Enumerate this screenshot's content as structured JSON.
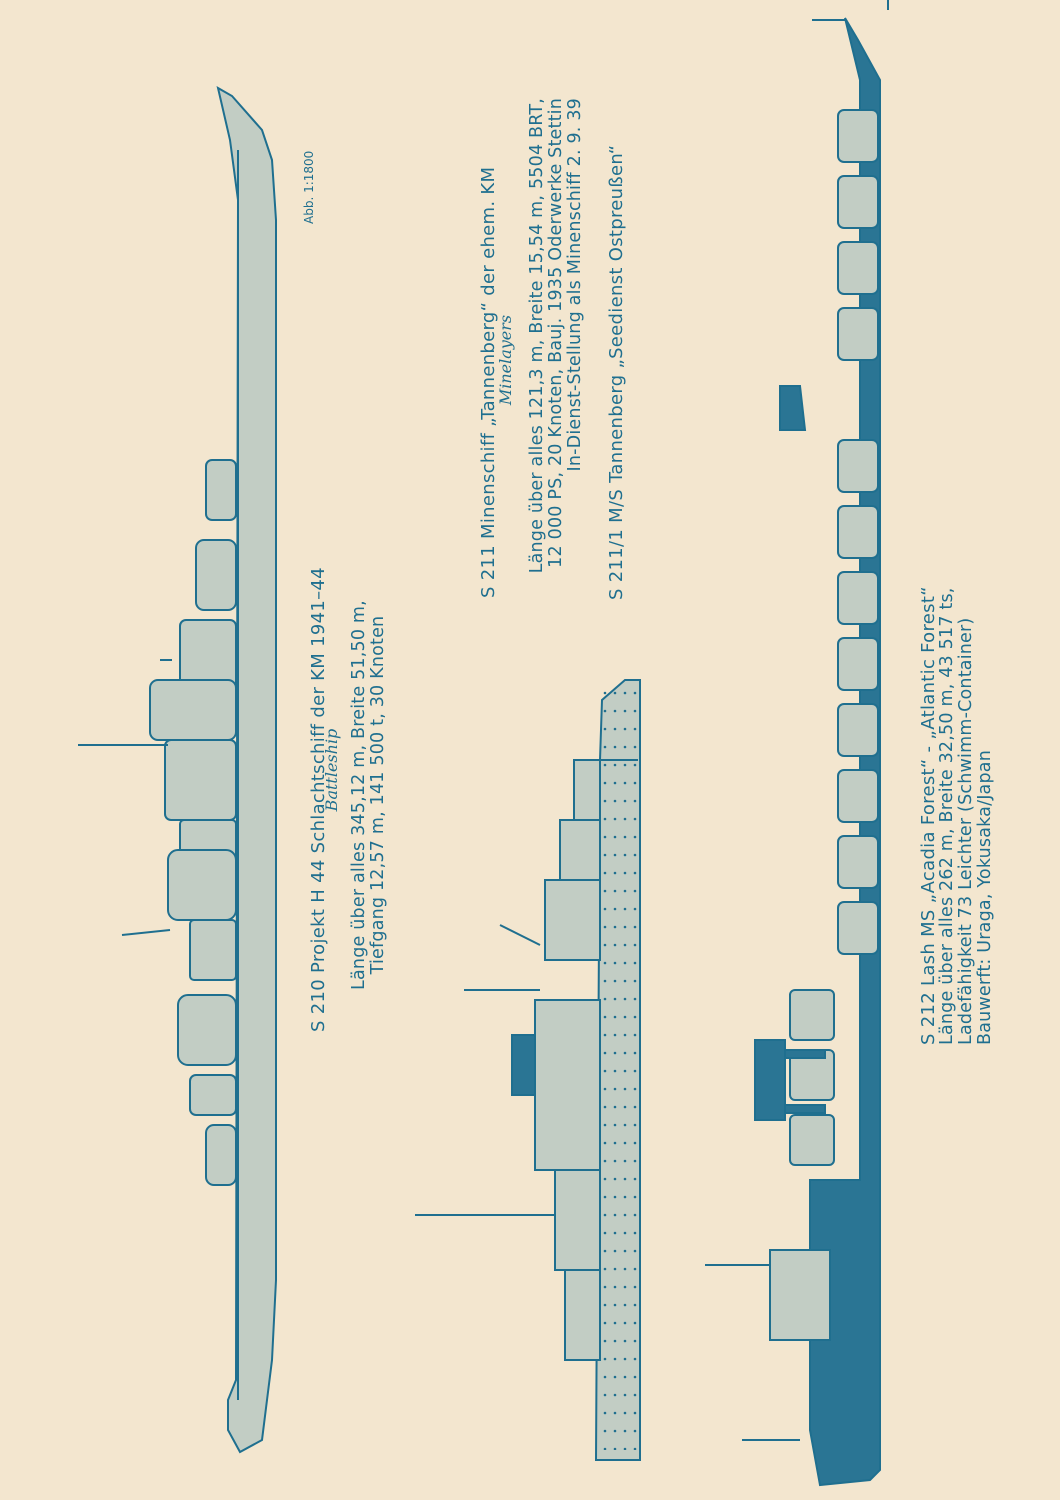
{
  "scale_note": "Abb. 1:1800",
  "entries": [
    {
      "id": "S 210",
      "title": "S 210  Projekt H 44 Schlachtschiff der KM 1941–44",
      "type": "Battleship",
      "lines": [
        "Länge über alles 345,12 m, Breite 51,50 m,",
        "Tiefgang 12,57 m, 141 500 t, 30 Knoten"
      ]
    },
    {
      "id": "S 211",
      "title": "S 211  Minenschiff „Tannenberg“ der ehem. KM",
      "type": "Minelayers",
      "lines": [
        "Länge über alles 121,3 m, Breite 15,54 m, 5504 BRT,",
        "12 000 PS, 20 Knoten, Bauj. 1935 Oderwerke Stettin",
        "In-Dienst-Stellung als Minenschiff 2. 9. 39"
      ],
      "extra": "S 211/1  M/S Tannenberg „Seedienst Ostpreußen“"
    },
    {
      "id": "S 212",
      "title": "S 212  Lash MS „Acadia Forest“ - „Atlantic Forest“",
      "lines": [
        "Länge über alles 262 m, Breite 32,50 m, 43 517 ts,",
        "Ladefähigkeit 73 Leichter (Schwimm-Container)",
        "Bauwerft: Uraga, Yokusaka/Japan"
      ]
    }
  ],
  "colors": {
    "paper": "#f3e6cf",
    "ink": "#1f6f8f",
    "hull_light": "#c2cdc4",
    "hull_dark": "#2a7594"
  }
}
